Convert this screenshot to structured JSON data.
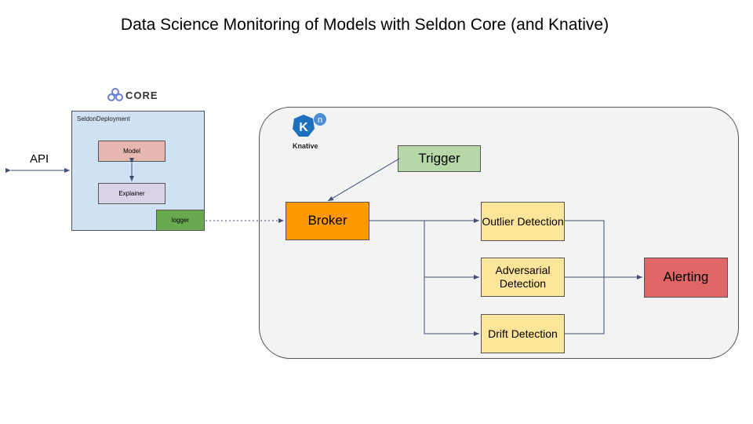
{
  "title": "Data Science Monitoring of Models with Seldon Core (and Knative)",
  "api_label": "API",
  "seldon": {
    "logo_text": "CORE",
    "panel_label": "SeldonDeployment",
    "model": "Model",
    "explainer": "Explainer",
    "logger": "logger"
  },
  "knative": {
    "logo_letter": "K",
    "logo_sup": "n",
    "logo_text": "Knative",
    "trigger": "Trigger",
    "broker": "Broker",
    "outlier": "Outlier Detection",
    "adversarial": "Adversarial Detection",
    "drift": "Drift Detection",
    "alerting": "Alerting"
  },
  "colors": {
    "seldon_panel": "#cfe2f3",
    "model": "#e6b8af",
    "explainer": "#d9d2e9",
    "logger": "#6aa84f",
    "knative_panel": "#f3f3f3",
    "trigger": "#b6d7a8",
    "broker": "#ff9900",
    "detector": "#ffe599",
    "alerting": "#e06666",
    "knative_blue": "#1f6fbf"
  }
}
